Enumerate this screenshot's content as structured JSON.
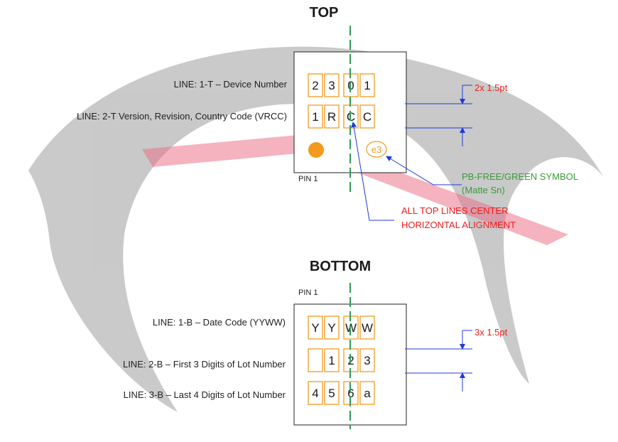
{
  "top": {
    "title": "TOP",
    "line1_label": "LINE: 1-T – Device Number",
    "line2_label": "LINE: 2-T Version, Revision, Country Code (VRCC)",
    "row1": [
      "2",
      "3",
      "0",
      "1"
    ],
    "row2": [
      "1",
      "R",
      "C",
      "C"
    ],
    "pin1_label": "PIN 1",
    "e3_label": "e3",
    "spacing_label": "2x 1.5pt",
    "pbfree_line1": "PB-FREE/GREEN SYMBOL",
    "pbfree_line2": "(Matte Sn)",
    "align_line1": "ALL TOP LINES CENTER",
    "align_line2": "HORIZONTAL ALIGNMENT"
  },
  "bottom": {
    "title": "BOTTOM",
    "pin1_label": "PIN 1",
    "line1_label": "LINE: 1-B – Date Code (YYWW)",
    "line2_label": "LINE: 2-B – First 3 Digits of Lot Number",
    "line3_label": "LINE: 3-B – Last 4 Digits of Lot Number",
    "row1": [
      "Y",
      "Y",
      "W",
      "W"
    ],
    "row2": [
      "",
      "1",
      "2",
      "3"
    ],
    "row3": [
      "4",
      "5",
      "6",
      "a"
    ],
    "spacing_label": "3x 1.5pt"
  },
  "colors": {
    "cell_border": "#f39a1e",
    "dot": "#f39a1e",
    "center_line": "#2e9a58",
    "arrow": "#1f3ad8",
    "red_text": "#ee1c1c",
    "green_text": "#3a9a3a",
    "watermark": "#c4c4c4",
    "watermark_accent": "#e8657e"
  }
}
